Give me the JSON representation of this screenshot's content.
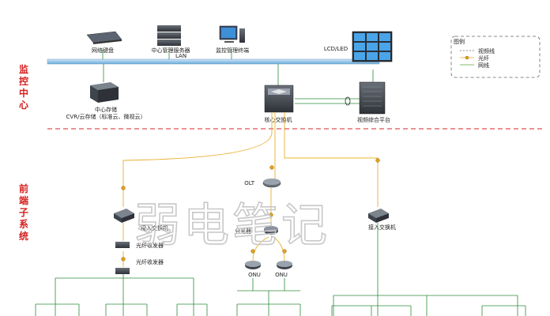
{
  "sections": {
    "monitor_center": [
      "监",
      "控",
      "中",
      "心"
    ],
    "front_end": [
      "前",
      "端",
      "子",
      "系",
      "统"
    ]
  },
  "bus_label": "LAN",
  "labels": {
    "network_keyboard": "网络键盘",
    "central_server": "中心管理服务器",
    "monitor_terminal": "监控管理终端",
    "lcd_led": "LCD/LED",
    "central_storage_1": "中心存储",
    "central_storage_2": "CVR/云存储（标准云、微视云）",
    "core_switch": "核心交换机",
    "video_platform": "视频综合平台",
    "olt": "OLT",
    "splitter": "分光器",
    "onu_left": "ONU",
    "onu_right": "ONU",
    "access_switch_left": "接入交换机",
    "access_switch_right": "接入交换机",
    "fiber_transceiver_1": "光纤收发器",
    "fiber_transceiver_2": "光纤收发器"
  },
  "legend": {
    "title": "图例",
    "items": [
      {
        "label": "视频线",
        "color": "#222222"
      },
      {
        "label": "光纤",
        "color": "#e0a020"
      },
      {
        "label": "网线",
        "color": "#58a838"
      }
    ]
  },
  "watermark": "弱电笔记",
  "colors": {
    "fiber": "#e8b030",
    "network": "#2b8c3a",
    "divider": "#e05050",
    "bus": "#8fc3e8"
  }
}
